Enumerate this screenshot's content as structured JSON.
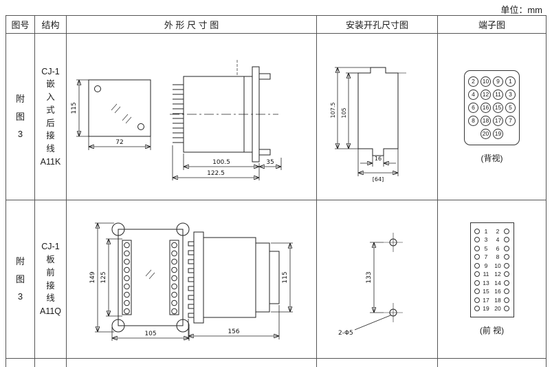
{
  "unit_label": "单位：mm",
  "table": {
    "headers": {
      "fig_no": "图号",
      "structure": "结构",
      "outline": "外 形 尺 寸 图",
      "install": "安装开孔尺寸图",
      "terminal": "端子图"
    },
    "rows": [
      {
        "fig_no": "附\n图\n3",
        "structure": "CJ-1\n嵌\n入\n式\n后\n接\n线\nA11K",
        "outline_dims": {
          "height": "115",
          "width": "72",
          "depth_inner": "100.5",
          "depth_overall": "122.5",
          "flange": "35"
        },
        "install_dims": {
          "h_outer": "107.5",
          "h_inner": "105",
          "slot_w": "16",
          "ref_w": "[64]"
        },
        "terminal": {
          "view": "(背视)",
          "rows": [
            [
              "2",
              "10",
              "9",
              "1"
            ],
            [
              "4",
              "12",
              "11",
              "3"
            ],
            [
              "6",
              "16",
              "15",
              "5"
            ],
            [
              "8",
              "18",
              "17",
              "7"
            ],
            [
              "20",
              "19"
            ]
          ]
        }
      },
      {
        "fig_no": "附\n图\n3",
        "structure": "CJ-1\n板\n前\n接\n线\nA11Q",
        "outline_dims": {
          "h_outer": "149",
          "h_inner": "125",
          "width": "105",
          "length": "156",
          "side_h": "115"
        },
        "install_dims": {
          "spacing": "133",
          "holes": "2-Φ5"
        },
        "terminal": {
          "view": "(前 视)",
          "pairs": [
            [
              "1",
              "2"
            ],
            [
              "3",
              "4"
            ],
            [
              "5",
              "6"
            ],
            [
              "7",
              "8"
            ],
            [
              "9",
              "10"
            ],
            [
              "11",
              "12"
            ],
            [
              "13",
              "14"
            ],
            [
              "15",
              "16"
            ],
            [
              "17",
              "18"
            ],
            [
              "19",
              "20"
            ]
          ]
        }
      }
    ]
  }
}
